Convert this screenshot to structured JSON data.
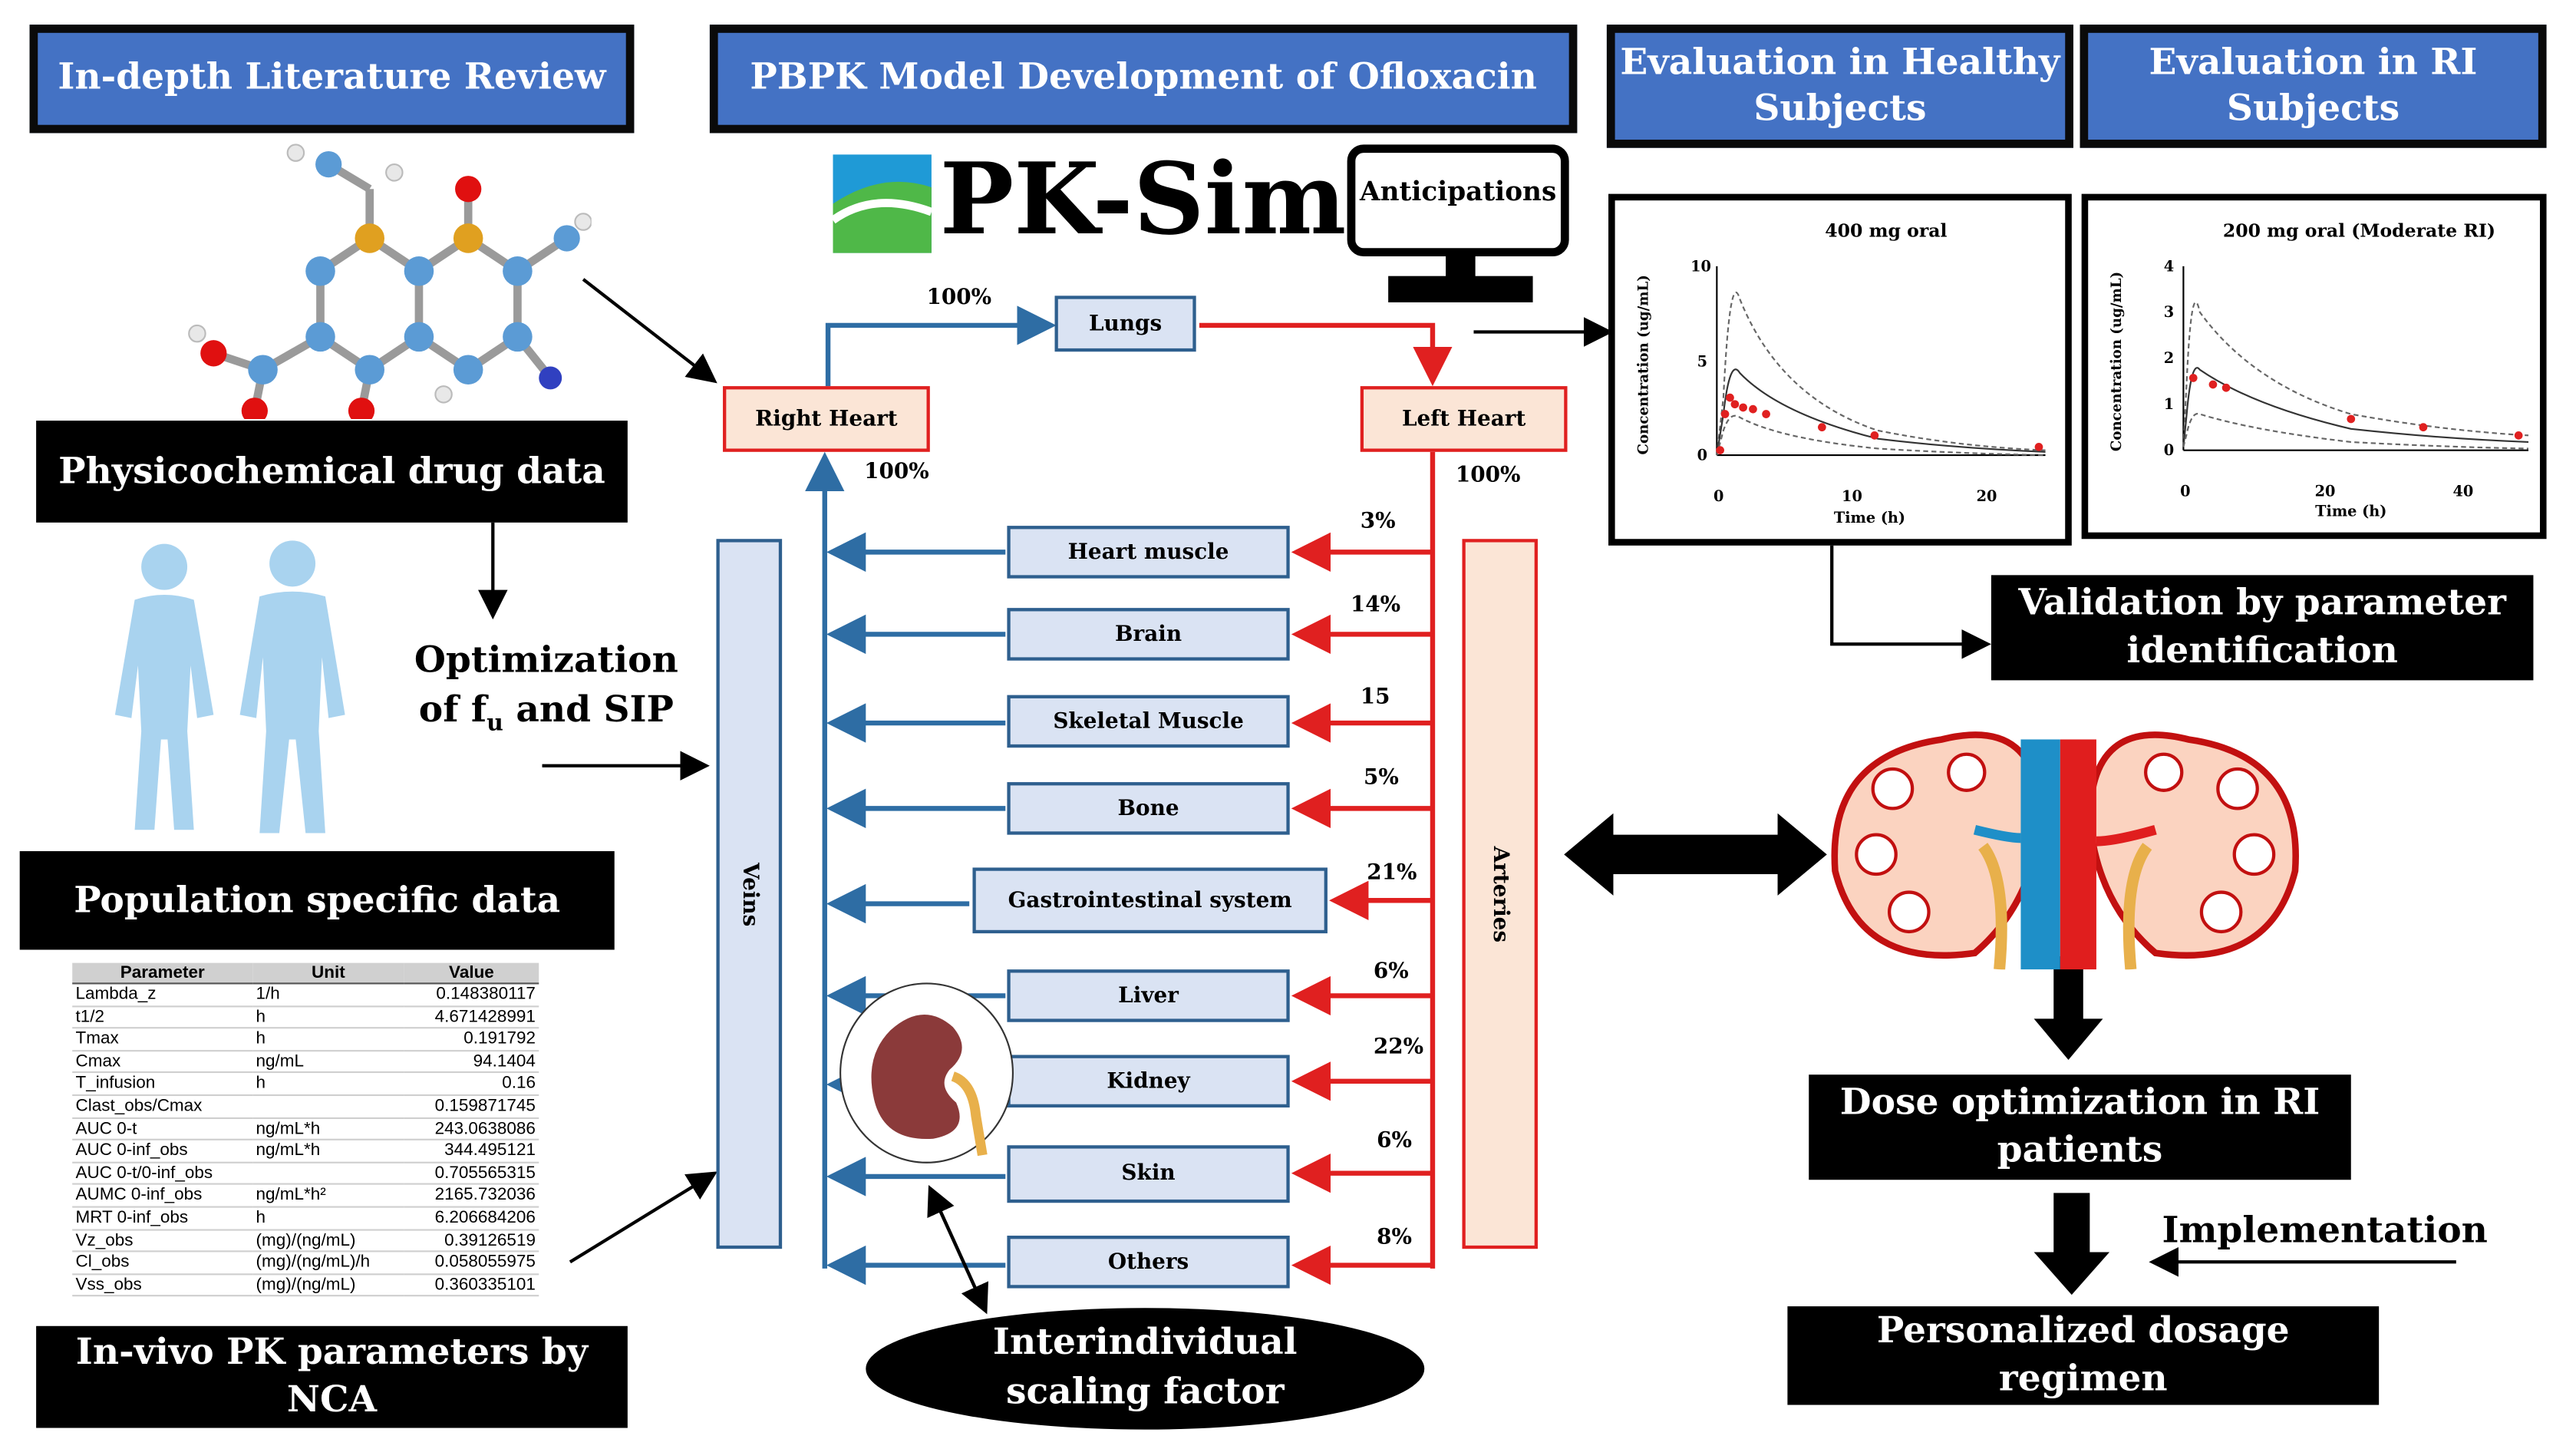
{
  "headers": {
    "literature": "In-depth Literature Review",
    "pbpk": "PBPK Model Development of Ofloxacin",
    "healthy": "Evaluation in Healthy Subjects",
    "ri": "Evaluation in RI Subjects"
  },
  "left": {
    "physchem": "Physicochemical drug data",
    "population": "Population specific data",
    "nca": "In-vivo PK parameters by NCA",
    "optimization_line1": "Optimization",
    "optimization_line2_prefix": "of f",
    "optimization_sub": "u",
    "optimization_suffix": " and SIP"
  },
  "pk_table": {
    "columns": [
      "Parameter",
      "Unit",
      "Value"
    ],
    "rows": [
      [
        "Lambda_z",
        "1/h",
        "0.148380117"
      ],
      [
        "t1/2",
        "h",
        "4.671428991"
      ],
      [
        "Tmax",
        "h",
        "0.191792"
      ],
      [
        "Cmax",
        "ng/mL",
        "94.1404"
      ],
      [
        "T_infusion",
        "h",
        "0.16"
      ],
      [
        "Clast_obs/Cmax",
        "",
        "0.159871745"
      ],
      [
        "AUC 0-t",
        "ng/mL*h",
        "243.0638086"
      ],
      [
        "AUC 0-inf_obs",
        "ng/mL*h",
        "344.495121"
      ],
      [
        "AUC 0-t/0-inf_obs",
        "",
        "0.705565315"
      ],
      [
        "AUMC 0-inf_obs",
        "ng/mL*h²",
        "2165.732036"
      ],
      [
        "MRT 0-inf_obs",
        "h",
        "6.206684206"
      ],
      [
        "Vz_obs",
        "(mg)/(ng/mL)",
        "0.39126519"
      ],
      [
        "Cl_obs",
        "(mg)/(ng/mL)/h",
        "0.058055975"
      ],
      [
        "Vss_obs",
        "(mg)/(ng/mL)",
        "0.360335101"
      ]
    ]
  },
  "center": {
    "logo_text": "PK-Sim",
    "anticipations": "Anticipations",
    "lungs": "Lungs",
    "right_heart": "Right Heart",
    "left_heart": "Left Heart",
    "veins": "Veins",
    "arteries": "Arteries",
    "pct_lungs": "100%",
    "pct_right_heart": "100%",
    "pct_left_heart": "100%",
    "interindividual": "Interindividual scaling factor",
    "organs": [
      {
        "name": "Heart muscle",
        "pct": "3%"
      },
      {
        "name": "Brain",
        "pct": "14%"
      },
      {
        "name": "Skeletal Muscle",
        "pct": "15"
      },
      {
        "name": "Bone",
        "pct": "5%"
      },
      {
        "name": "Gastrointestinal system",
        "pct": "21%"
      },
      {
        "name": "Liver",
        "pct": "6%"
      },
      {
        "name": "Kidney",
        "pct": "22%"
      },
      {
        "name": "Skin",
        "pct": "6%"
      },
      {
        "name": "Others",
        "pct": "8%"
      }
    ]
  },
  "plots": {
    "healthy": {
      "title": "400 mg oral",
      "ylabel": "Concentration (ug/mL)",
      "xlabel": "Time (h)",
      "xticks": [
        "0",
        "10",
        "20"
      ],
      "yticks": [
        "0",
        "5",
        "10"
      ]
    },
    "ri": {
      "title": "200 mg oral (Moderate RI)",
      "ylabel": "Concentration (ug/mL)",
      "xlabel": "Time (h)",
      "xticks": [
        "0",
        "20",
        "40"
      ],
      "yticks": [
        "0",
        "1",
        "2",
        "3",
        "4"
      ]
    }
  },
  "right": {
    "validation": "Validation by parameter identification",
    "dose_opt": "Dose optimization in RI patients",
    "implementation": "Implementation",
    "personalized": "Personalized dosage regimen"
  },
  "colors": {
    "header_blue": "#4472c4",
    "organ_fill": "#dae3f3",
    "organ_border": "#2e5f8e",
    "artery_red": "#e02020",
    "artery_fill": "#fbe5d6"
  }
}
